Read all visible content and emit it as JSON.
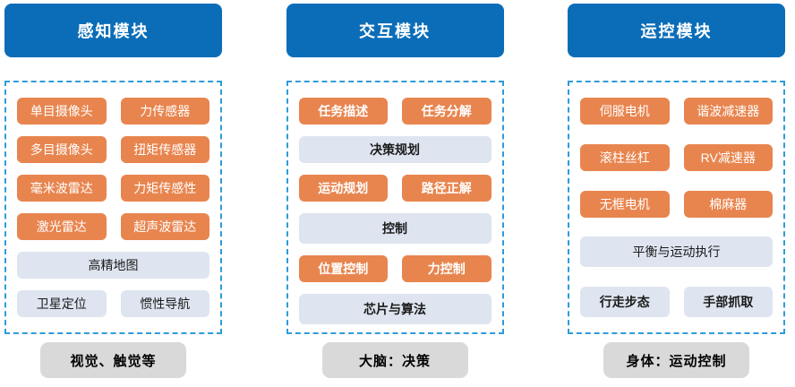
{
  "diagram": {
    "colors": {
      "header_blue": "#0B6DB8",
      "dashed_border_blue": "#2F9BDB",
      "chip_orange": "#E8854F",
      "chip_light_blue_gray": "#DEE5F0",
      "footer_gray": "#D9D9D9",
      "chip_text_on_orange": "#FFFFFF",
      "chip_text_on_light": "#1A1A1A"
    },
    "columns": [
      {
        "header": "感知模块",
        "rows": [
          [
            "单目摄像头",
            "力传感器"
          ],
          [
            "多目摄像头",
            "扭矩传感器"
          ],
          [
            "毫米波雷达",
            "力矩传感性"
          ],
          [
            "激光雷达",
            "超声波雷达"
          ],
          [
            "高精地图"
          ],
          [
            "卫星定位",
            "惯性导航"
          ]
        ],
        "footer": "视觉、触觉等"
      },
      {
        "header": "交互模块",
        "rows": [
          [
            "任务描述",
            "任务分解"
          ],
          [
            "决策规划"
          ],
          [
            "运动规划",
            "路径正解"
          ],
          [
            "控制"
          ],
          [
            "位置控制",
            "力控制"
          ],
          [
            "芯片与算法"
          ]
        ],
        "footer": "大脑：决策"
      },
      {
        "header": "运控模块",
        "rows": [
          [
            "伺服电机",
            "谐波减速器"
          ],
          [
            "滚柱丝杠",
            "RV减速器"
          ],
          [
            "无框电机",
            "棉麻器"
          ],
          [
            "平衡与运动执行"
          ],
          [
            "行走步态",
            "手部抓取"
          ]
        ],
        "footer": "身体：运动控制"
      }
    ]
  }
}
